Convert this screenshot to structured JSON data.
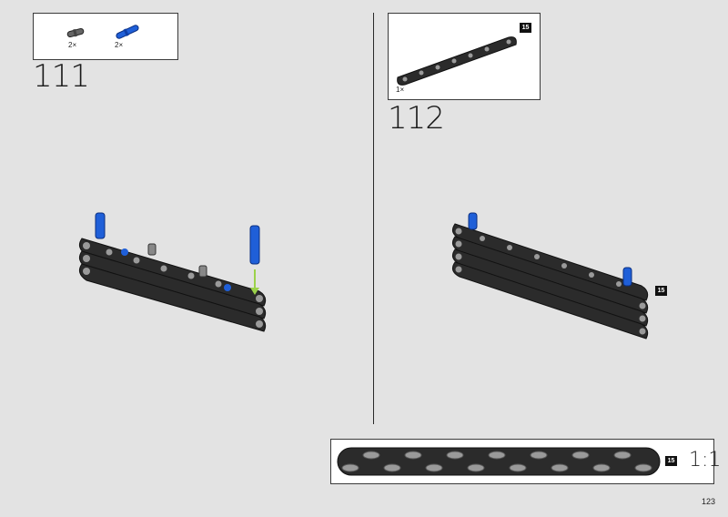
{
  "step_111": {
    "number": "111",
    "parts": [
      {
        "qty": "2×",
        "icon": "gray-connector-pin-icon"
      },
      {
        "qty": "2×",
        "icon": "blue-axle-pin-icon"
      }
    ]
  },
  "step_112": {
    "number": "112",
    "parts": [
      {
        "qty": "1×",
        "icon": "15-hole-beam-icon",
        "badge": "15"
      }
    ],
    "assembly_badge": "15"
  },
  "scale_callout": {
    "badge": "15",
    "label": "1:1"
  },
  "page_number": "123",
  "colors": {
    "beam": "#2b2b2b",
    "pin_blue": "#1f5fd8",
    "pin_gray": "#8c8c8c",
    "arrow": "#9bd24a",
    "page_bg": "#e3e3e3"
  }
}
